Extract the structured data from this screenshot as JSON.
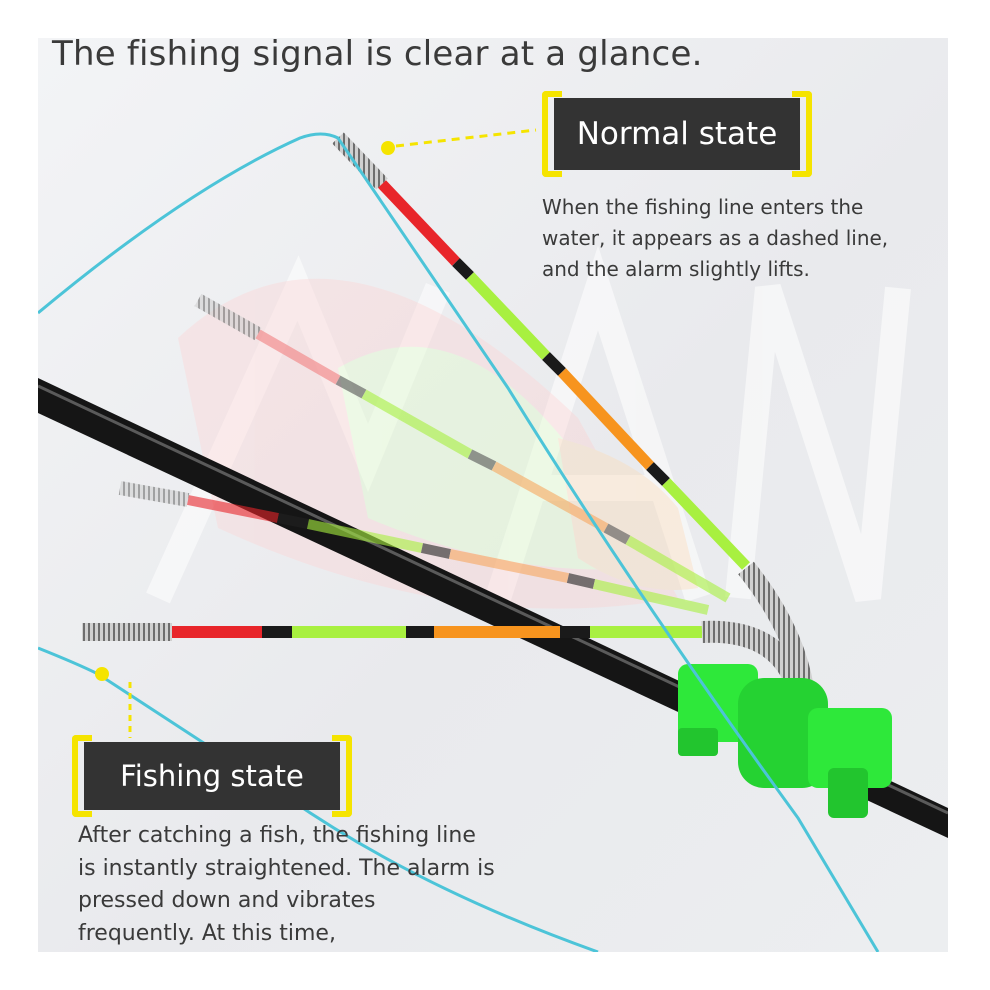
{
  "headline": "The fishing signal is clear at a glance.",
  "normal_state": {
    "label": "Normal state",
    "description": "When the fishing line enters the water, it appears as a dashed line, and the alarm slightly lifts."
  },
  "fishing_state": {
    "label": "Fishing state",
    "description": "After catching a fish, the fishing line is instantly straightened. The alarm is pressed down and vibrates frequently. At this time,"
  },
  "colors": {
    "badge_bg": "#333333",
    "bracket": "#f5e400",
    "fishing_line": "#4cc4d8",
    "rod": "#141414",
    "clip": "#2ee83a",
    "segment_red": "#e8252a",
    "segment_lime": "#a8f040",
    "segment_orange": "#f7941e",
    "segment_black": "#1a1a1a"
  },
  "icons": [
    "bite-alarm-illustration",
    "fishing-rod",
    "spring-coil",
    "rod-clip"
  ]
}
